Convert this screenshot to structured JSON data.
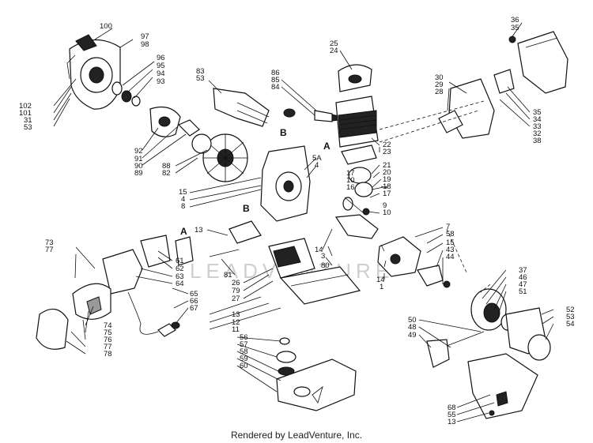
{
  "footer": "Rendered by LeadVenture, Inc.",
  "watermark": "LEADVENTURE",
  "letters": [
    "A",
    "B",
    "B",
    "A"
  ],
  "labels": {
    "l100": "100",
    "l97": "97",
    "l98": "98",
    "l96": "96",
    "l95": "95",
    "l94": "94",
    "l93": "93",
    "l102": "102",
    "l101": "101",
    "l31": "31",
    "l53a": "53",
    "l92": "92",
    "l91": "91",
    "l90": "90",
    "l89": "89",
    "l88": "88",
    "l82": "82",
    "l83": "83",
    "l53b": "53",
    "l25": "25",
    "l24": "24",
    "l86": "86",
    "l85": "85",
    "l84": "84",
    "l36": "36",
    "l35a": "35",
    "l30": "30",
    "l29": "29",
    "l28": "28",
    "l35b": "35",
    "l34": "34",
    "l33": "33",
    "l32": "32",
    "l38": "38",
    "l22": "22",
    "l23": "23",
    "l21": "21",
    "l20": "20",
    "l19": "19",
    "l18": "18",
    "l17a": "17",
    "l5a": "5A",
    "l4a": "4",
    "l15a": "15",
    "l4b": "4",
    "l8": "8",
    "l17b": "17",
    "l10a": "10",
    "l16": "16",
    "l9": "9",
    "l10b": "10",
    "l13a": "13",
    "l7": "7",
    "l58a": "58",
    "l15b": "15",
    "l43": "43",
    "l44": "44",
    "l73": "73",
    "l77a": "77",
    "l61": "61",
    "l62": "62",
    "l63": "63",
    "l64": "64",
    "l14a": "14",
    "l3": "3",
    "l80": "80",
    "l14b": "14",
    "l1a": "1",
    "l81": "81",
    "l26": "26",
    "l79": "79",
    "l27": "27",
    "l65": "65",
    "l66": "66",
    "l67": "67",
    "l74": "74",
    "l75": "75",
    "l76": "76",
    "l77b": "77",
    "l78": "78",
    "l13b": "13",
    "l12": "12",
    "l11": "11",
    "l37": "37",
    "l46": "46",
    "l47": "47",
    "l51": "51",
    "l52": "52",
    "l53c": "53",
    "l54": "54",
    "l50": "50",
    "l48": "48",
    "l49": "49",
    "l56": "56",
    "l57": "57",
    "l58b": "58",
    "l59": "59",
    "l60": "60",
    "l68": "68",
    "l55": "55",
    "l13c": "13"
  }
}
